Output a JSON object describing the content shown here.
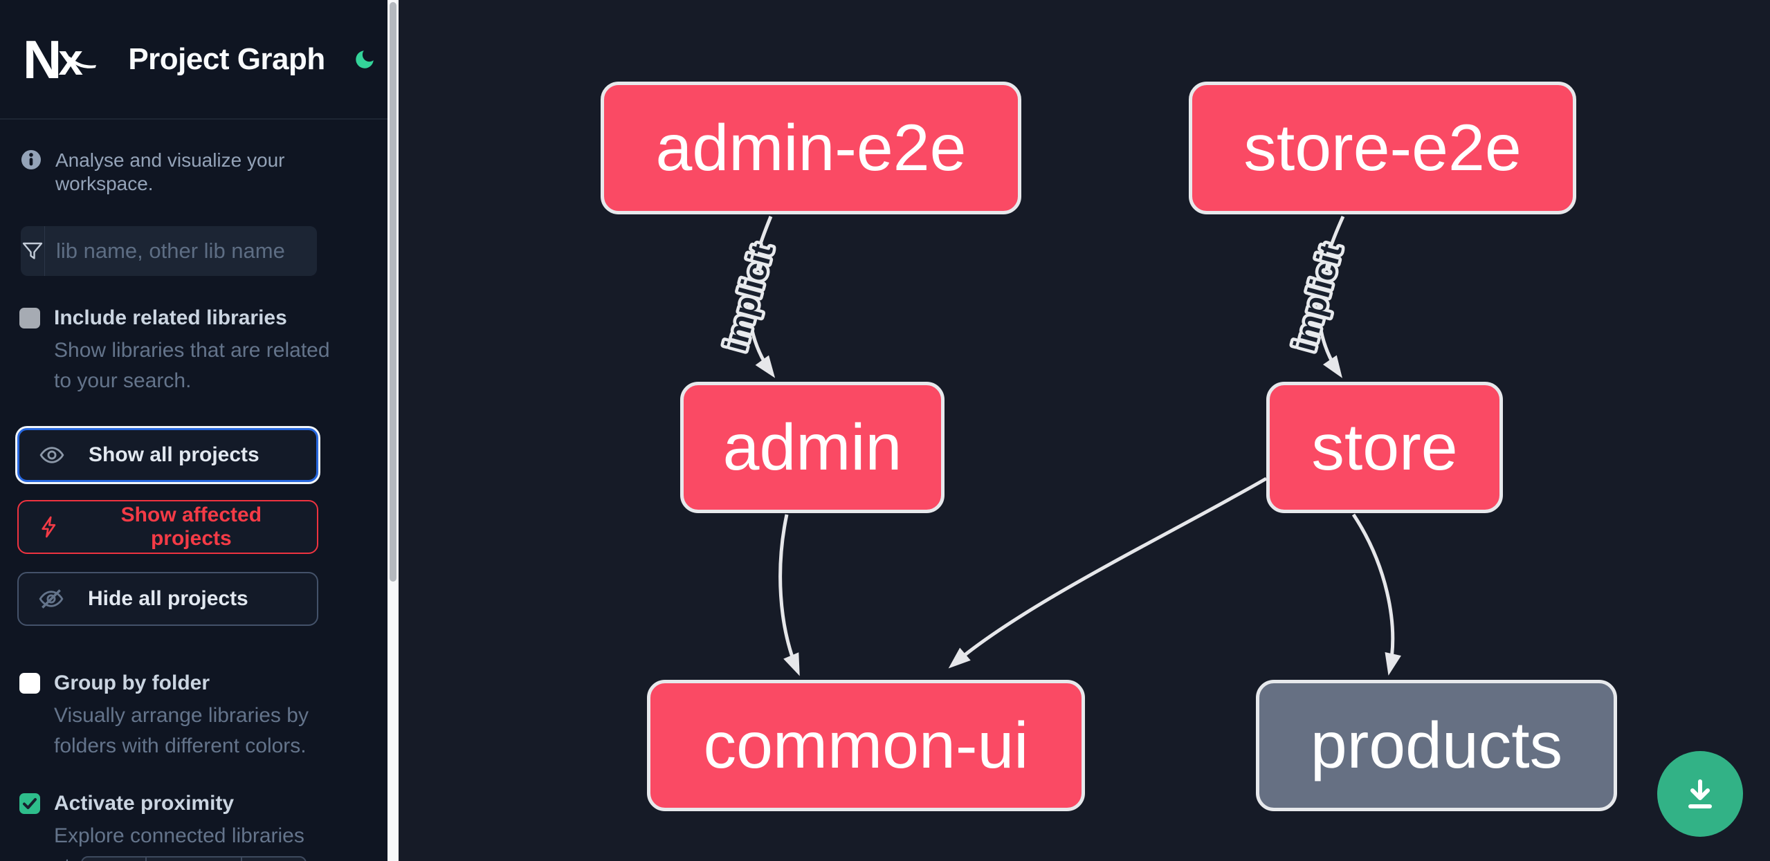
{
  "app": {
    "title": "Project Graph"
  },
  "sidebar": {
    "tagline": "Analyse and visualize your workspace.",
    "search_placeholder": "lib name, other lib name",
    "include_related": {
      "label": "Include related libraries",
      "desc": "Show libraries that are related to your search.",
      "checked": false
    },
    "show_all_label": "Show all projects",
    "show_affected_label": "Show affected projects",
    "hide_all_label": "Hide all projects",
    "group_by_folder": {
      "label": "Group by folder",
      "desc": "Visually arrange libraries by folders with different colors.",
      "checked": false
    },
    "activate_proximity": {
      "label": "Activate proximity",
      "desc": "Explore connected libraries step by step.",
      "checked": true
    }
  },
  "graph": {
    "nodes": [
      {
        "id": "admin-e2e",
        "label": "admin-e2e",
        "state": "affected"
      },
      {
        "id": "store-e2e",
        "label": "store-e2e",
        "state": "affected"
      },
      {
        "id": "admin",
        "label": "admin",
        "state": "affected"
      },
      {
        "id": "store",
        "label": "store",
        "state": "affected"
      },
      {
        "id": "common-ui",
        "label": "common-ui",
        "state": "affected"
      },
      {
        "id": "products",
        "label": "products",
        "state": "normal"
      }
    ],
    "edges": [
      {
        "from": "admin-e2e",
        "to": "admin",
        "label": "implicit"
      },
      {
        "from": "store-e2e",
        "to": "store",
        "label": "implicit"
      },
      {
        "from": "admin",
        "to": "common-ui",
        "label": ""
      },
      {
        "from": "store",
        "to": "common-ui",
        "label": ""
      },
      {
        "from": "store",
        "to": "products",
        "label": ""
      }
    ]
  },
  "colors": {
    "affected_node": "#fa4a64",
    "normal_node": "#667083",
    "accent_green": "#34d399",
    "affected_red": "#ef3340",
    "focus_blue": "#2767df"
  }
}
